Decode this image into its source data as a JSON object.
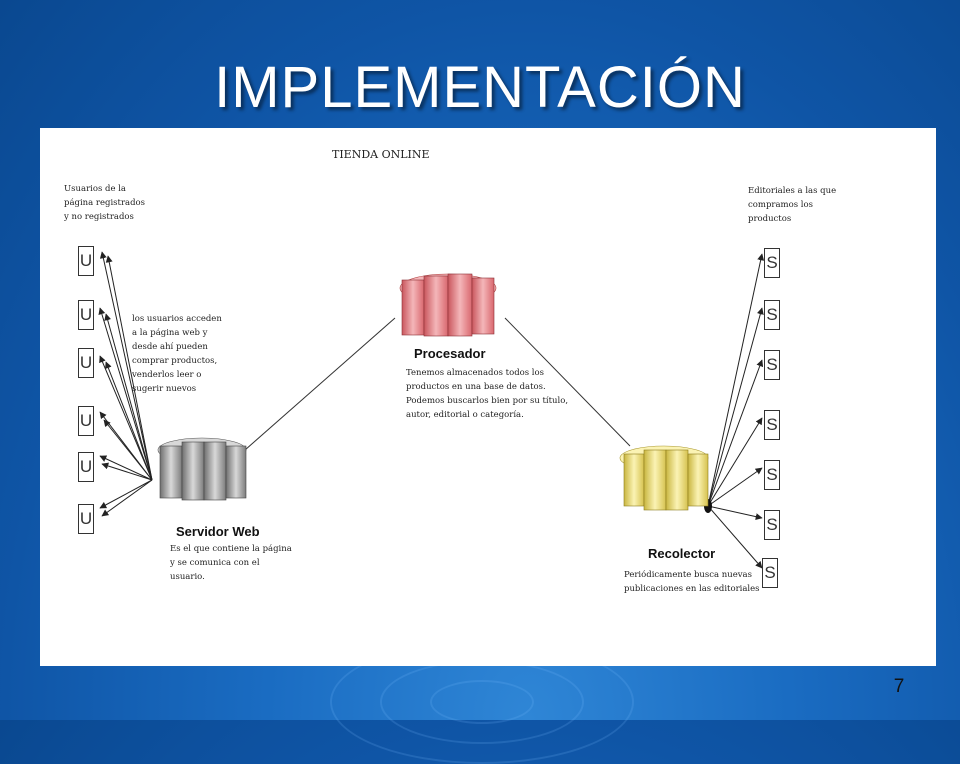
{
  "slide": {
    "title": "IMPLEMENTACIÓN",
    "page_number": "7"
  },
  "diagram": {
    "title": "TIENDA ONLINE",
    "users": {
      "caption": [
        "Usuarios de la",
        "página registrados",
        "y no registrados"
      ],
      "box_label": "U",
      "count": 6,
      "note": [
        "los usuarios acceden",
        "a la página web y",
        "desde ahí pueden",
        "comprar productos,",
        "venderlos leer o",
        "sugerir nuevos"
      ]
    },
    "suppliers": {
      "caption": [
        "Editoriales a las que",
        "compramos los",
        "productos"
      ],
      "box_label": "S",
      "count": 7
    },
    "nodes": {
      "processor": {
        "label": "Procesador",
        "note": [
          "Tenemos almacenados todos los",
          "productos en una base de datos.",
          "Podemos buscarlos bien por su título,",
          "autor, editorial o categoría."
        ],
        "color": "#e88a8f"
      },
      "web_server": {
        "label": "Servidor Web",
        "note": [
          "Es el que contiene la página",
          "y se comunica con el",
          "usuario."
        ],
        "color": "#a8a8a8"
      },
      "collector": {
        "label": "Recolector",
        "note": [
          "Periódicamente busca nuevas",
          "publicaciones en las editoriales"
        ],
        "color": "#f2e27a"
      }
    }
  }
}
